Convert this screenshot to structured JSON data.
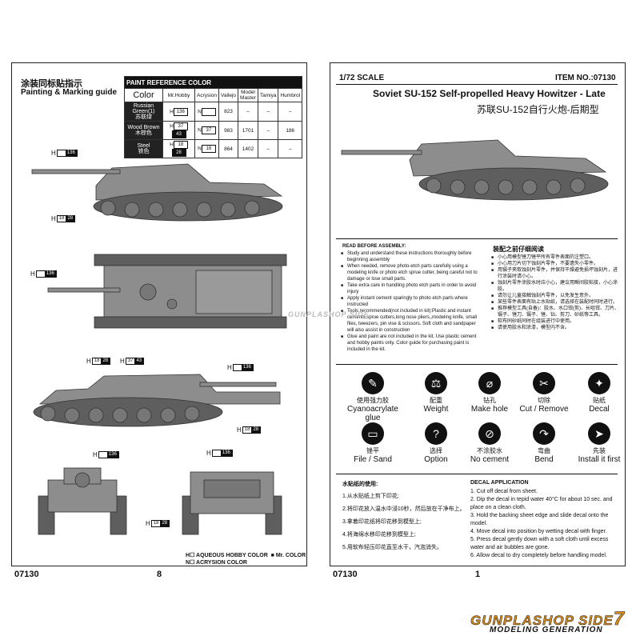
{
  "left": {
    "title_cn": "涂装同标贴指示",
    "title_en": "Painting & Marking guide",
    "page_code": "07130",
    "page_num": "8",
    "legend_h": "H",
    "legend_aqueous": "AQUEOUS HOBBY COLOR",
    "legend_mr": "Mr. COLOR",
    "legend_n": "N",
    "legend_acrysion": "ACRYSION COLOR"
  },
  "paint_table": {
    "title": "PAINT REFERENCE COLOR",
    "headers": [
      "Color",
      "Mr.Hobby",
      "Acrysion",
      "Vallejo",
      "Model Master",
      "Tamiya",
      "Humbrol"
    ],
    "rows": [
      {
        "name": "Russian Green(1)",
        "name_cn": "苏联绿",
        "h": "136",
        "n": "",
        "vallejo": "823",
        "mm": "–",
        "tamiya": "–",
        "humbrol": "–",
        "dark_label": false
      },
      {
        "name": "Wood Brown",
        "name_cn": "木棕色",
        "h": "37",
        "h2": "43",
        "n": "37",
        "vallejo": "983",
        "mm": "1701",
        "tamiya": "–",
        "humbrol": "186",
        "dark_label": true
      },
      {
        "name": "Steel",
        "name_cn": "铁色",
        "h": "18",
        "h2": "28",
        "n": "18",
        "vallejo": "864",
        "mm": "1402",
        "tamiya": "–",
        "humbrol": "–",
        "dark_label": true
      }
    ]
  },
  "callouts": {
    "h": "H",
    "c136": "136",
    "c18": "18",
    "c28": "28",
    "c37": "37",
    "c43": "43"
  },
  "right": {
    "scale": "1/72 SCALE",
    "item_no": "ITEM NO.:07130",
    "model_title": "Soviet SU-152 Self-propelled Heavy Howitzer - Late",
    "model_title_cn": "苏联SU-152自行火炮-后期型",
    "page_code": "07130",
    "page_num": "1",
    "read_before": "READ BEFORE ASSEMBLY:",
    "notes_en": [
      "Study and understand these instructions thoroughly before beginning assembly",
      "When needed, remove photo-etch parts carefully using a modeling knife or photo etch sprue cutter, being careful not to damage or lose small parts.",
      "Take extra care in handling photo etch parts in order to avoid injury",
      "Apply instant cement sparingly to photo etch parts where instructed",
      "Tools recommended(not included in kit):Plastic and instant cements,sprue cutters,long nose pliers,,modeling knife, small files, tweezers, pin vise & scissors. Soft cloth and sandpaper will also assist in construction",
      "Glue and paint are not included in the kit. Use plastic cement and hobby paints only. Color guide for purchasing paint is included in the kit."
    ],
    "notes_cn_title": "装配之前仔细阅读",
    "notes_cn": [
      "小心用模型锉刀锉平所有零件表面的注塑口。",
      "小心用刀片切下蚀刻片零件，不要遗失小零件。",
      "用镊子夹取蚀刻片零件，并保持干燥避免损坏蚀刻片，进行涂装时请小心。",
      "蚀刻片零件涂胶水时应小心，建议用瞬间胶粘接，小心涂胶。",
      "请勿让儿童接触蚀刻片零件，以免发生意外。",
      "某些零件表面有贴上水贴纸，请选择在装配时同时进行。",
      "推荐模型工具(自备)：胶水、水口钳(剪)、长咀钳、刀片、镊子、锉刀、镊子、锉、钻、剪刀、砂纸等工具。",
      "软布同砂纸同时在组装进行中使用。",
      "请使用胶水和涂漆，模型内不含。"
    ],
    "icons": [
      {
        "cn": "使用强力胶",
        "en": "Cyanoacrylate glue",
        "glyph": "✎"
      },
      {
        "cn": "配重",
        "en": "Weight",
        "glyph": "⚖"
      },
      {
        "cn": "钻孔",
        "en": "Make hole",
        "glyph": "⌀"
      },
      {
        "cn": "切除",
        "en": "Cut / Remove",
        "glyph": "✂"
      },
      {
        "cn": "贴纸",
        "en": "Decal",
        "glyph": "✦"
      },
      {
        "cn": "锉平",
        "en": "File / Sand",
        "glyph": "▭"
      },
      {
        "cn": "选择",
        "en": "Option",
        "glyph": "?"
      },
      {
        "cn": "不涂胶水",
        "en": "No cement",
        "glyph": "⊘"
      },
      {
        "cn": "弯曲",
        "en": "Bend",
        "glyph": "↷"
      },
      {
        "cn": "先装",
        "en": "Install it first",
        "glyph": "➤"
      }
    ],
    "decal_cn_title": "水贴纸的使用:",
    "decal_cn": [
      "1.从水贴纸上剪下印花;",
      "2.将印花放入温水中浸10秒，然后放在干净布上。",
      "3.拿着印花纸将印花移到模型上;",
      "4.将海绵水移印花移到模型上;",
      "5.用软布轻压印花直至水干，汽泡消失。"
    ],
    "decal_en_title": "DECAL APPLICATION",
    "decal_en": [
      "1. Cut off decal from sheet.",
      "2. Dip the decal in tepid water 40°C for about 10 sec. and place on a clean cloth.",
      "3. Hold the backing sheet edge and slide decal onto the model.",
      "4. Move decal into position by wetting decal with finger.",
      "5. Press decal gently down with a soft cloth until excess water and air bubbles are gone.",
      "6. Allow decal to dry completely before handling model."
    ]
  },
  "watermark": {
    "main": "GUNPLASHOP SIDE",
    "num": "7",
    "sub": "MODELING GENERATION"
  },
  "colors": {
    "tank": "#8d8d8d",
    "tank_dark": "#5e5e5e",
    "ink": "#111111"
  }
}
